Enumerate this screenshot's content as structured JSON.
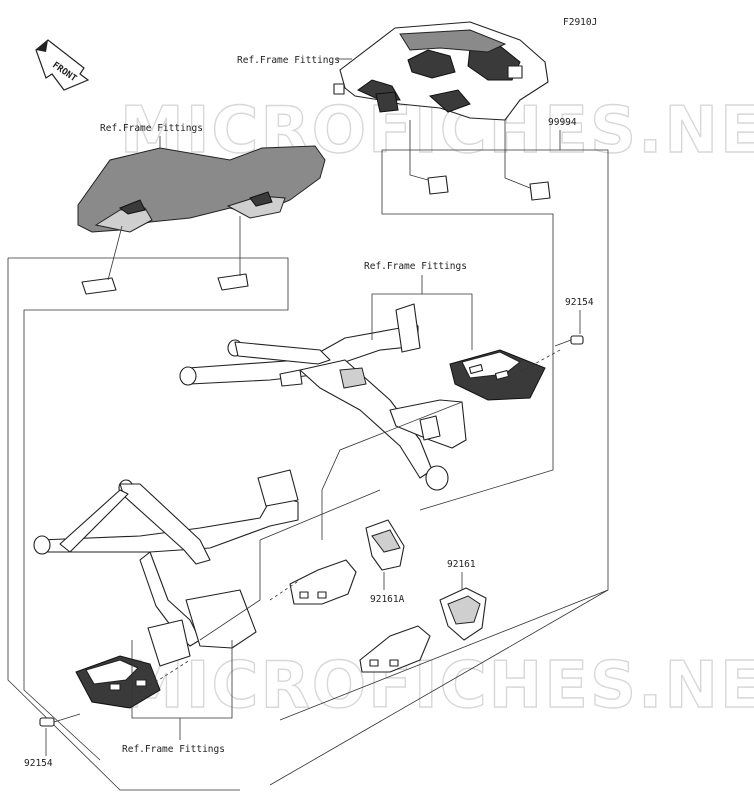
{
  "diagram": {
    "figure_code": "F2910J",
    "front_label": "FRONT",
    "watermark_text": "MICROFICHES.NET",
    "labels": {
      "ref_frame_top": "Ref.Frame Fittings",
      "ref_frame_left": "Ref.Frame Fittings",
      "ref_frame_mid": "Ref.Frame Fittings",
      "ref_frame_bottom": "Ref.Frame Fittings",
      "part_99994": "99994",
      "part_92154_right": "92154",
      "part_92154_left": "92154",
      "part_92161": "92161",
      "part_92161A": "92161A"
    }
  }
}
